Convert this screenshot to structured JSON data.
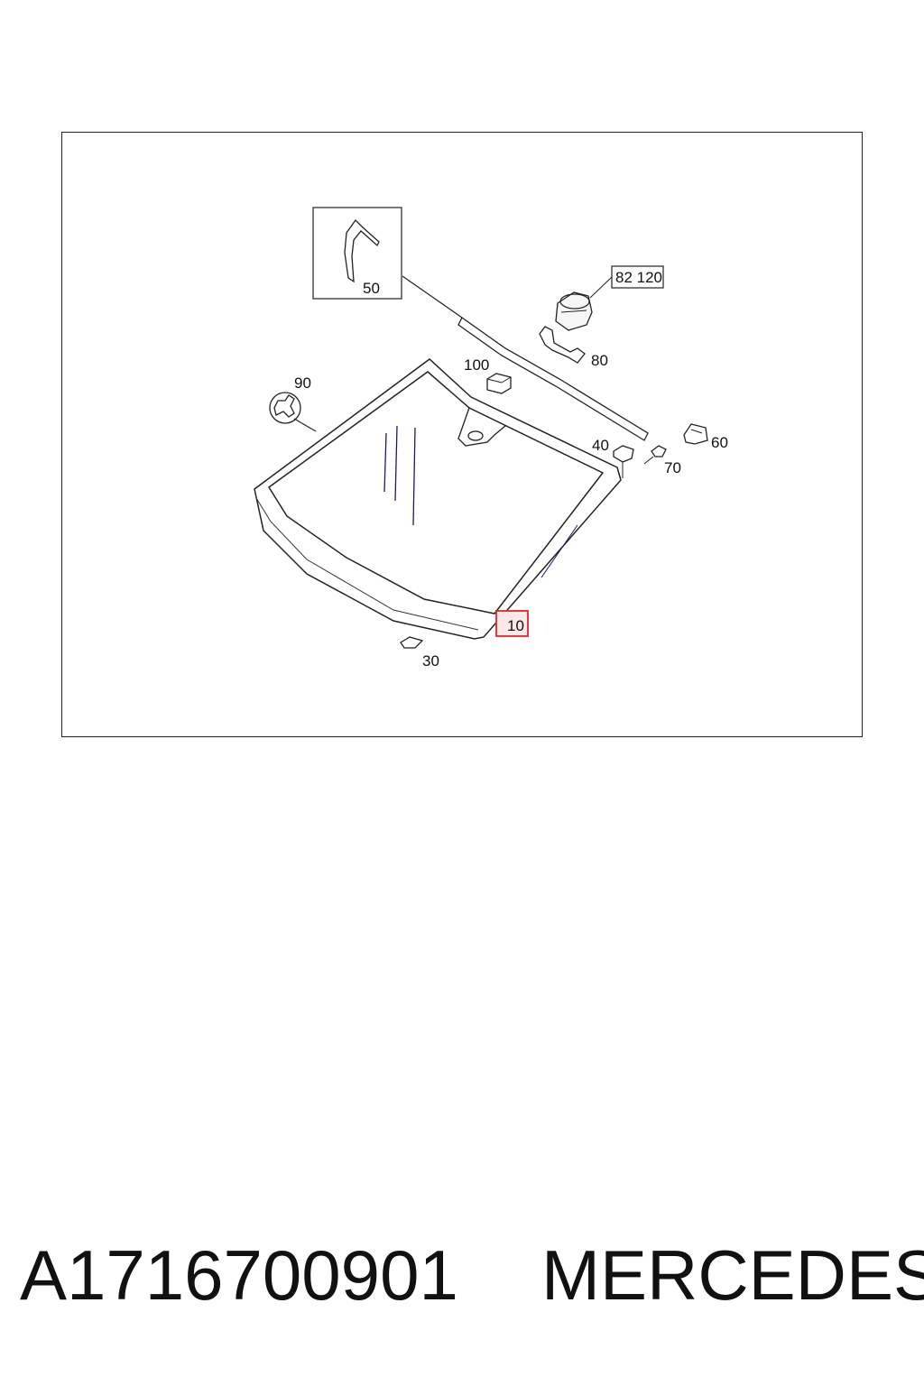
{
  "diagram": {
    "callouts": {
      "c50": "50",
      "c82_120": "82 120",
      "c80": "80",
      "c100": "100",
      "c90": "90",
      "c40": "40",
      "c60": "60",
      "c70": "70",
      "c10": "10",
      "c30": "30"
    },
    "highlight_color": "#e8232a",
    "highlight_fill": "#fde8e8"
  },
  "footer": {
    "part_number": "A1716700901",
    "brand": "MERCEDES"
  }
}
